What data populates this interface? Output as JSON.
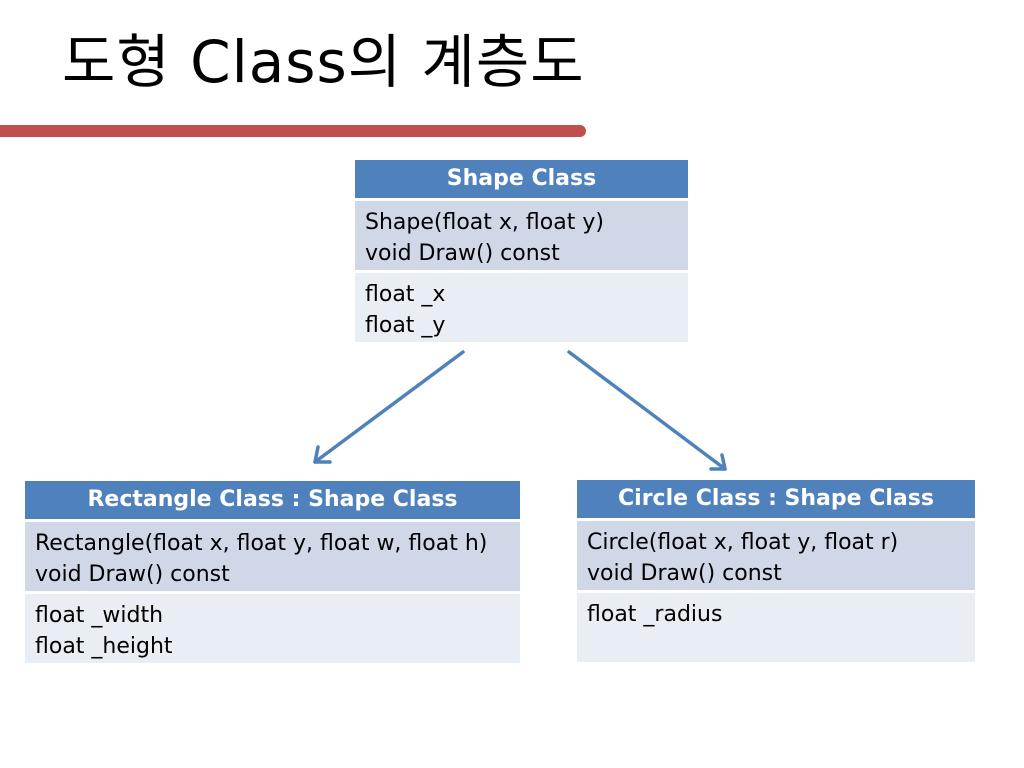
{
  "slide": {
    "title": "도형 Class의 계층도"
  },
  "classes": {
    "shape": {
      "header": "Shape Class",
      "methods": [
        "Shape(float x, float y)",
        "void Draw() const"
      ],
      "fields": [
        "float _x",
        "float _y"
      ]
    },
    "rectangle": {
      "header": "Rectangle Class : Shape Class",
      "methods": [
        "Rectangle(float x, float y, float w, float h)",
        "void Draw() const"
      ],
      "fields": [
        "float _width",
        "float _height"
      ]
    },
    "circle": {
      "header": "Circle Class : Shape Class",
      "methods": [
        "Circle(float x, float y, float r)",
        "void Draw() const"
      ],
      "fields": [
        "float _radius"
      ]
    }
  },
  "colors": {
    "header": "#4f81bd",
    "methods_bg": "#d0d8e8",
    "fields_bg": "#e9edf4",
    "accent_rule": "#c0504d",
    "arrow": "#4f81bd"
  }
}
